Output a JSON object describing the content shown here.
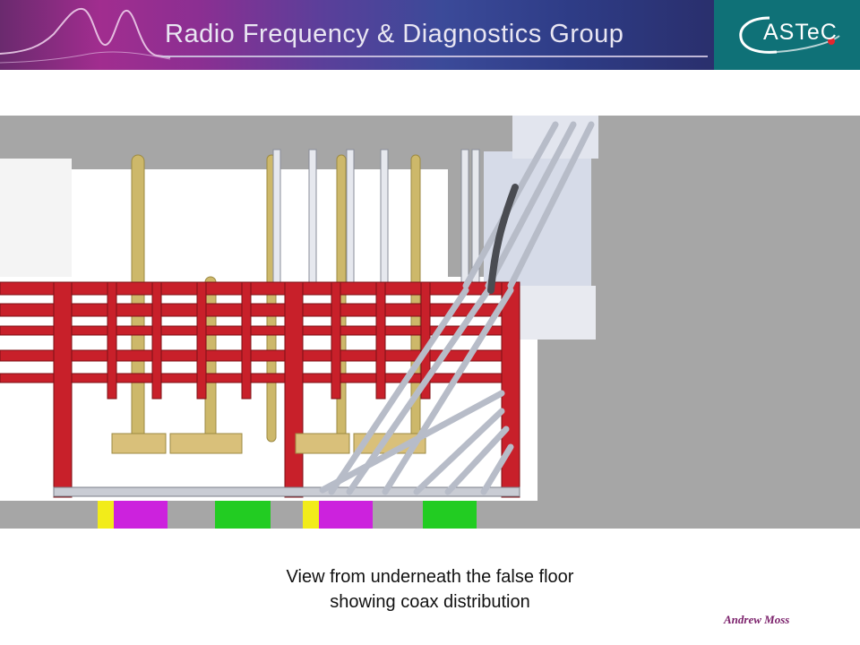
{
  "header": {
    "title": "Radio Frequency & Diagnostics Group",
    "logo_text": "ASTeC"
  },
  "scene": {
    "icon": "cad-render-image",
    "colors": {
      "banner_magenta": "#a12d8f",
      "banner_blue": "#2e3c86",
      "logo_teal": "#0f7177",
      "frame_red": "#c8202a",
      "coax_grey": "#c8ccd6",
      "pipe_gold": "#cdb86a",
      "block_magenta": "#cc22dd",
      "block_green": "#22cc22",
      "block_yellow": "#f2ec1a",
      "background_grey": "#a6a6a6"
    }
  },
  "caption": {
    "line1": "View from underneath the false floor",
    "line2": "showing coax distribution"
  },
  "author": "Andrew Moss"
}
